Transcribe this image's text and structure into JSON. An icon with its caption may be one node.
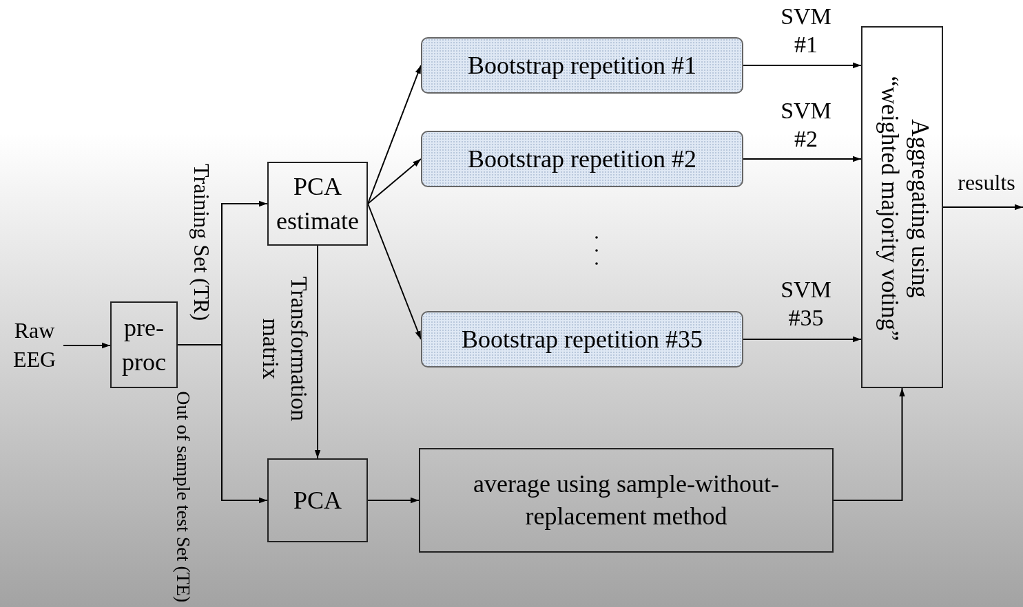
{
  "diagram": {
    "nodes": [
      {
        "text": [
          "Raw EEG"
        ]
      },
      {
        "text": [
          "pre-proc"
        ]
      },
      {
        "text": [
          "PCA estimate"
        ]
      },
      {
        "text": [
          "Bootstrap repetition #1"
        ]
      },
      {
        "text": [
          "Bootstrap repetition #2"
        ]
      },
      {
        "text": [
          "Bootstrap repetition #35"
        ]
      },
      {
        "text": [
          "PCA"
        ]
      },
      {
        "text": [
          "average using sample-without-replacement method"
        ]
      },
      {
        "text": [
          "Aggregating using “weighted majority voting”"
        ]
      }
    ],
    "edges": [
      {
        "from": 0,
        "to": 1,
        "arrow": "to"
      },
      {
        "from": 1,
        "to": 2,
        "arrow": "to",
        "label": "Training Set (TR)"
      },
      {
        "from": 1,
        "to": 6,
        "arrow": "to",
        "label": "Out of sample test Set (TE)"
      },
      {
        "from": 2,
        "to": 3,
        "arrow": "to"
      },
      {
        "from": 2,
        "to": 4,
        "arrow": "to"
      },
      {
        "from": 2,
        "to": 5,
        "arrow": "to"
      },
      {
        "from": 2,
        "to": 6,
        "arrow": "to",
        "label": "Transformation matrix"
      },
      {
        "from": 3,
        "to": 8,
        "arrow": "to",
        "label": "SVM #1"
      },
      {
        "from": 4,
        "to": 8,
        "arrow": "to",
        "label": "SVM #2"
      },
      {
        "from": 5,
        "to": 8,
        "arrow": "to",
        "label": "SVM #35"
      },
      {
        "from": 6,
        "to": 7,
        "arrow": "to"
      },
      {
        "from": 7,
        "to": 8,
        "arrow": "to"
      },
      {
        "from": 8,
        "to": null,
        "arrow": "to",
        "label": "results"
      }
    ]
  }
}
